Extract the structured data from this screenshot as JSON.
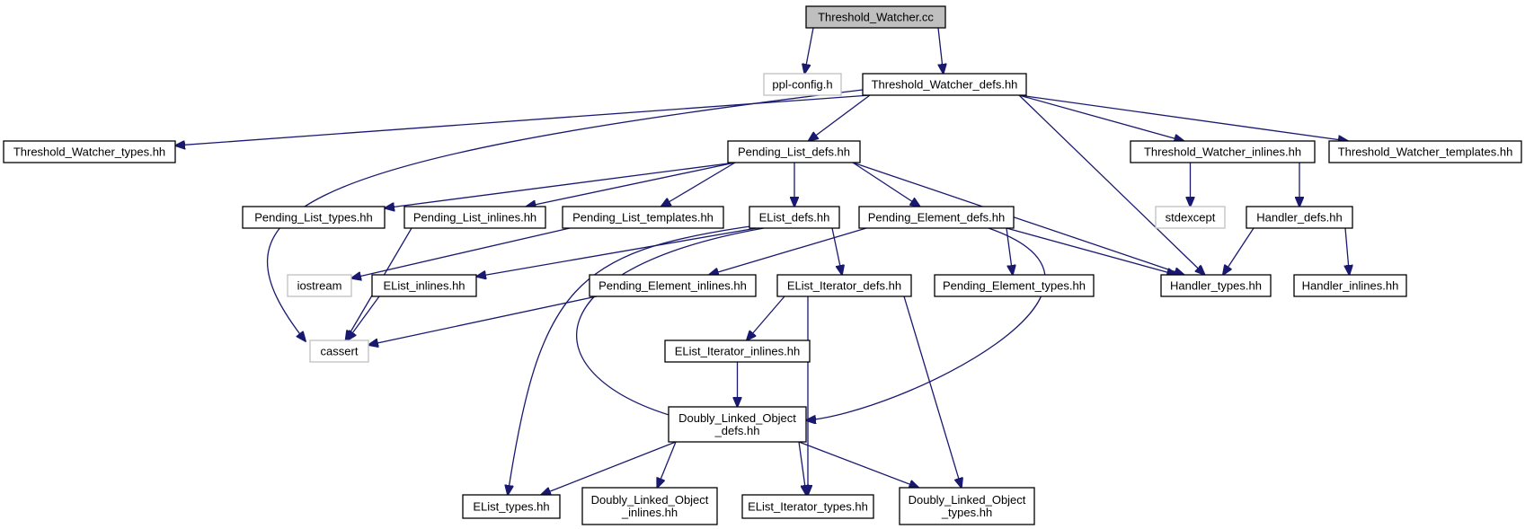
{
  "diagram": {
    "nodes": [
      {
        "id": "twcc",
        "lines": [
          "Threshold_Watcher.cc"
        ],
        "kind": "root"
      },
      {
        "id": "pplcfg",
        "lines": [
          "ppl-config.h"
        ],
        "kind": "external"
      },
      {
        "id": "twdefs",
        "lines": [
          "Threshold_Watcher_defs.hh"
        ],
        "kind": "file"
      },
      {
        "id": "twtypes",
        "lines": [
          "Threshold_Watcher_types.hh"
        ],
        "kind": "file"
      },
      {
        "id": "pldefs",
        "lines": [
          "Pending_List_defs.hh"
        ],
        "kind": "file"
      },
      {
        "id": "twinl",
        "lines": [
          "Threshold_Watcher_inlines.hh"
        ],
        "kind": "file"
      },
      {
        "id": "twtmpl",
        "lines": [
          "Threshold_Watcher_templates.hh"
        ],
        "kind": "file"
      },
      {
        "id": "pltypes",
        "lines": [
          "Pending_List_types.hh"
        ],
        "kind": "file"
      },
      {
        "id": "plinl",
        "lines": [
          "Pending_List_inlines.hh"
        ],
        "kind": "file"
      },
      {
        "id": "pltmpl",
        "lines": [
          "Pending_List_templates.hh"
        ],
        "kind": "file"
      },
      {
        "id": "eldefs",
        "lines": [
          "EList_defs.hh"
        ],
        "kind": "file"
      },
      {
        "id": "pedefs",
        "lines": [
          "Pending_Element_defs.hh"
        ],
        "kind": "file"
      },
      {
        "id": "stdexc",
        "lines": [
          "stdexcept"
        ],
        "kind": "external"
      },
      {
        "id": "hdefs",
        "lines": [
          "Handler_defs.hh"
        ],
        "kind": "file"
      },
      {
        "id": "iostream",
        "lines": [
          "iostream"
        ],
        "kind": "external"
      },
      {
        "id": "elinl",
        "lines": [
          "EList_inlines.hh"
        ],
        "kind": "file"
      },
      {
        "id": "peinl",
        "lines": [
          "Pending_Element_inlines.hh"
        ],
        "kind": "file"
      },
      {
        "id": "elitdefs",
        "lines": [
          "EList_Iterator_defs.hh"
        ],
        "kind": "file"
      },
      {
        "id": "petypes",
        "lines": [
          "Pending_Element_types.hh"
        ],
        "kind": "file"
      },
      {
        "id": "htypes",
        "lines": [
          "Handler_types.hh"
        ],
        "kind": "file"
      },
      {
        "id": "hinl",
        "lines": [
          "Handler_inlines.hh"
        ],
        "kind": "file"
      },
      {
        "id": "cassert",
        "lines": [
          "cassert"
        ],
        "kind": "external"
      },
      {
        "id": "elitinl",
        "lines": [
          "EList_Iterator_inlines.hh"
        ],
        "kind": "file"
      },
      {
        "id": "dlodefs",
        "lines": [
          "Doubly_Linked_Object",
          "_defs.hh"
        ],
        "kind": "file"
      },
      {
        "id": "eltypes",
        "lines": [
          "EList_types.hh"
        ],
        "kind": "file"
      },
      {
        "id": "dloinl",
        "lines": [
          "Doubly_Linked_Object",
          "_inlines.hh"
        ],
        "kind": "file"
      },
      {
        "id": "elittypes",
        "lines": [
          "EList_Iterator_types.hh"
        ],
        "kind": "file"
      },
      {
        "id": "dlotypes",
        "lines": [
          "Doubly_Linked_Object",
          "_types.hh"
        ],
        "kind": "file"
      }
    ],
    "edges": [
      {
        "from": "twcc",
        "to": "pplcfg"
      },
      {
        "from": "twcc",
        "to": "twdefs"
      },
      {
        "from": "twdefs",
        "to": "twtypes"
      },
      {
        "from": "twdefs",
        "to": "pldefs"
      },
      {
        "from": "twdefs",
        "to": "twinl"
      },
      {
        "from": "twdefs",
        "to": "twtmpl"
      },
      {
        "from": "twdefs",
        "to": "cassert"
      },
      {
        "from": "twdefs",
        "to": "htypes"
      },
      {
        "from": "pldefs",
        "to": "pltypes"
      },
      {
        "from": "pldefs",
        "to": "plinl"
      },
      {
        "from": "pldefs",
        "to": "pltmpl"
      },
      {
        "from": "pldefs",
        "to": "eldefs"
      },
      {
        "from": "pldefs",
        "to": "pedefs"
      },
      {
        "from": "pldefs",
        "to": "htypes"
      },
      {
        "from": "plinl",
        "to": "cassert"
      },
      {
        "from": "pltmpl",
        "to": "iostream"
      },
      {
        "from": "eldefs",
        "to": "elinl"
      },
      {
        "from": "eldefs",
        "to": "elitdefs"
      },
      {
        "from": "eldefs",
        "to": "eltypes"
      },
      {
        "from": "eldefs",
        "to": "dlodefs"
      },
      {
        "from": "pedefs",
        "to": "peinl"
      },
      {
        "from": "pedefs",
        "to": "petypes"
      },
      {
        "from": "pedefs",
        "to": "htypes"
      },
      {
        "from": "pedefs",
        "to": "dlodefs"
      },
      {
        "from": "twinl",
        "to": "stdexc"
      },
      {
        "from": "twinl",
        "to": "hdefs"
      },
      {
        "from": "hdefs",
        "to": "htypes"
      },
      {
        "from": "hdefs",
        "to": "hinl"
      },
      {
        "from": "elinl",
        "to": "cassert"
      },
      {
        "from": "peinl",
        "to": "cassert"
      },
      {
        "from": "elitdefs",
        "to": "elitinl"
      },
      {
        "from": "elitdefs",
        "to": "elittypes"
      },
      {
        "from": "elitdefs",
        "to": "dlotypes"
      },
      {
        "from": "elitinl",
        "to": "dlodefs"
      },
      {
        "from": "dlodefs",
        "to": "eltypes"
      },
      {
        "from": "dlodefs",
        "to": "dloinl"
      },
      {
        "from": "dlodefs",
        "to": "elittypes"
      },
      {
        "from": "dlodefs",
        "to": "dlotypes"
      }
    ]
  }
}
